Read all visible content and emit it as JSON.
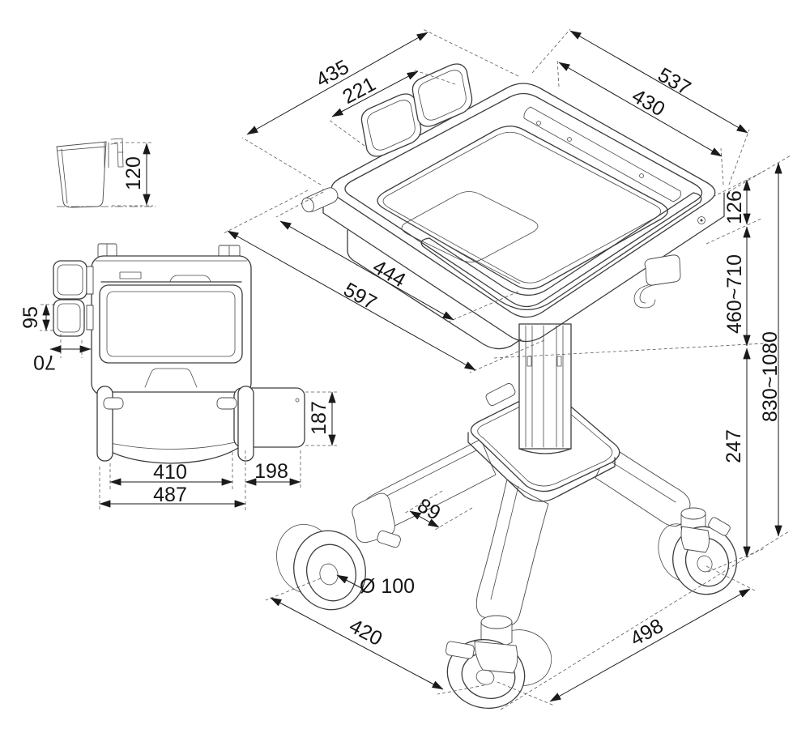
{
  "meta": {
    "colors": {
      "background": "#ffffff",
      "line": "#3d3d3d",
      "dimension_text": "#141414"
    }
  },
  "dims": {
    "tray_width_overall": "435",
    "cupholder_span": "221",
    "tray_depth_overall": "537",
    "tray_depth_inner": "430",
    "tray_box_height": "126",
    "lift_range": "460~710",
    "overall_height_range": "830~1080",
    "front_width_inner": "444",
    "front_width_outer": "597",
    "base_height": "247",
    "leg_width": "89",
    "caster_diameter": "Ø 100",
    "base_span_left": "420",
    "base_span_right": "498",
    "bin_height": "120",
    "cupholder_height": "95",
    "cupholder_offset": "70",
    "side_pocket_height": "187",
    "body_width_inner": "410",
    "body_width_overall": "487",
    "side_pocket_width": "198"
  }
}
